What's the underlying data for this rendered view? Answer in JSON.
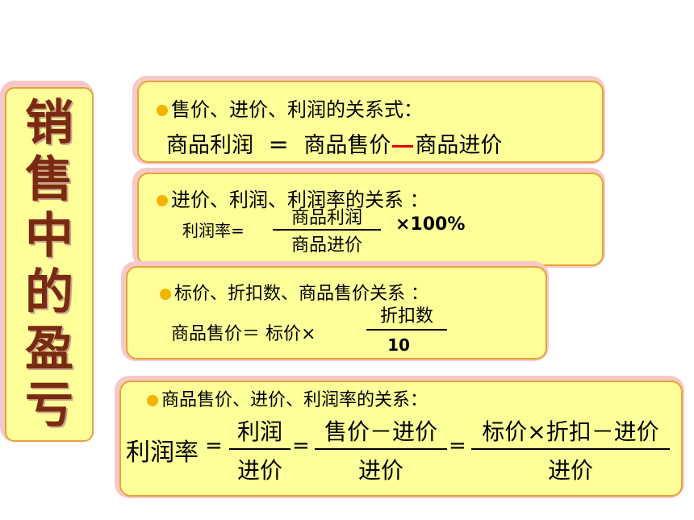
{
  "title_chars": [
    "销",
    "售",
    "中",
    "的",
    "盈",
    "亏"
  ],
  "box1": {
    "heading": "售价、进价、利润的关系式：",
    "lhs": "商品利润",
    "eq": "=",
    "mid": "商品售价",
    "rhs": "商品进价",
    "minus_color": "#e00000"
  },
  "box2": {
    "heading": "进价、利润、利润率的关系 ：",
    "lhs": "利润率=",
    "num": "商品利润",
    "den": "商品进价",
    "tail": "×100%"
  },
  "box3": {
    "heading": "标价、折扣数、商品售价关系 ：",
    "lhs": "商品售价＝ 标价×",
    "num": "折扣数",
    "den": "10"
  },
  "box4": {
    "heading": "商品售价、进价、利润率的关系：",
    "lhs": "利润率",
    "eq": "=",
    "f1_num": "利润",
    "f1_den": "进价",
    "f2_num": "售价－进价",
    "f2_den": "进价",
    "f3_num": "标价×折扣－进价",
    "f3_den": "进价"
  },
  "colors": {
    "box_fill": "#ffff99",
    "box_border": "#e8a13c",
    "title_color": "#7a2a10",
    "bullet": "#f2b400"
  }
}
